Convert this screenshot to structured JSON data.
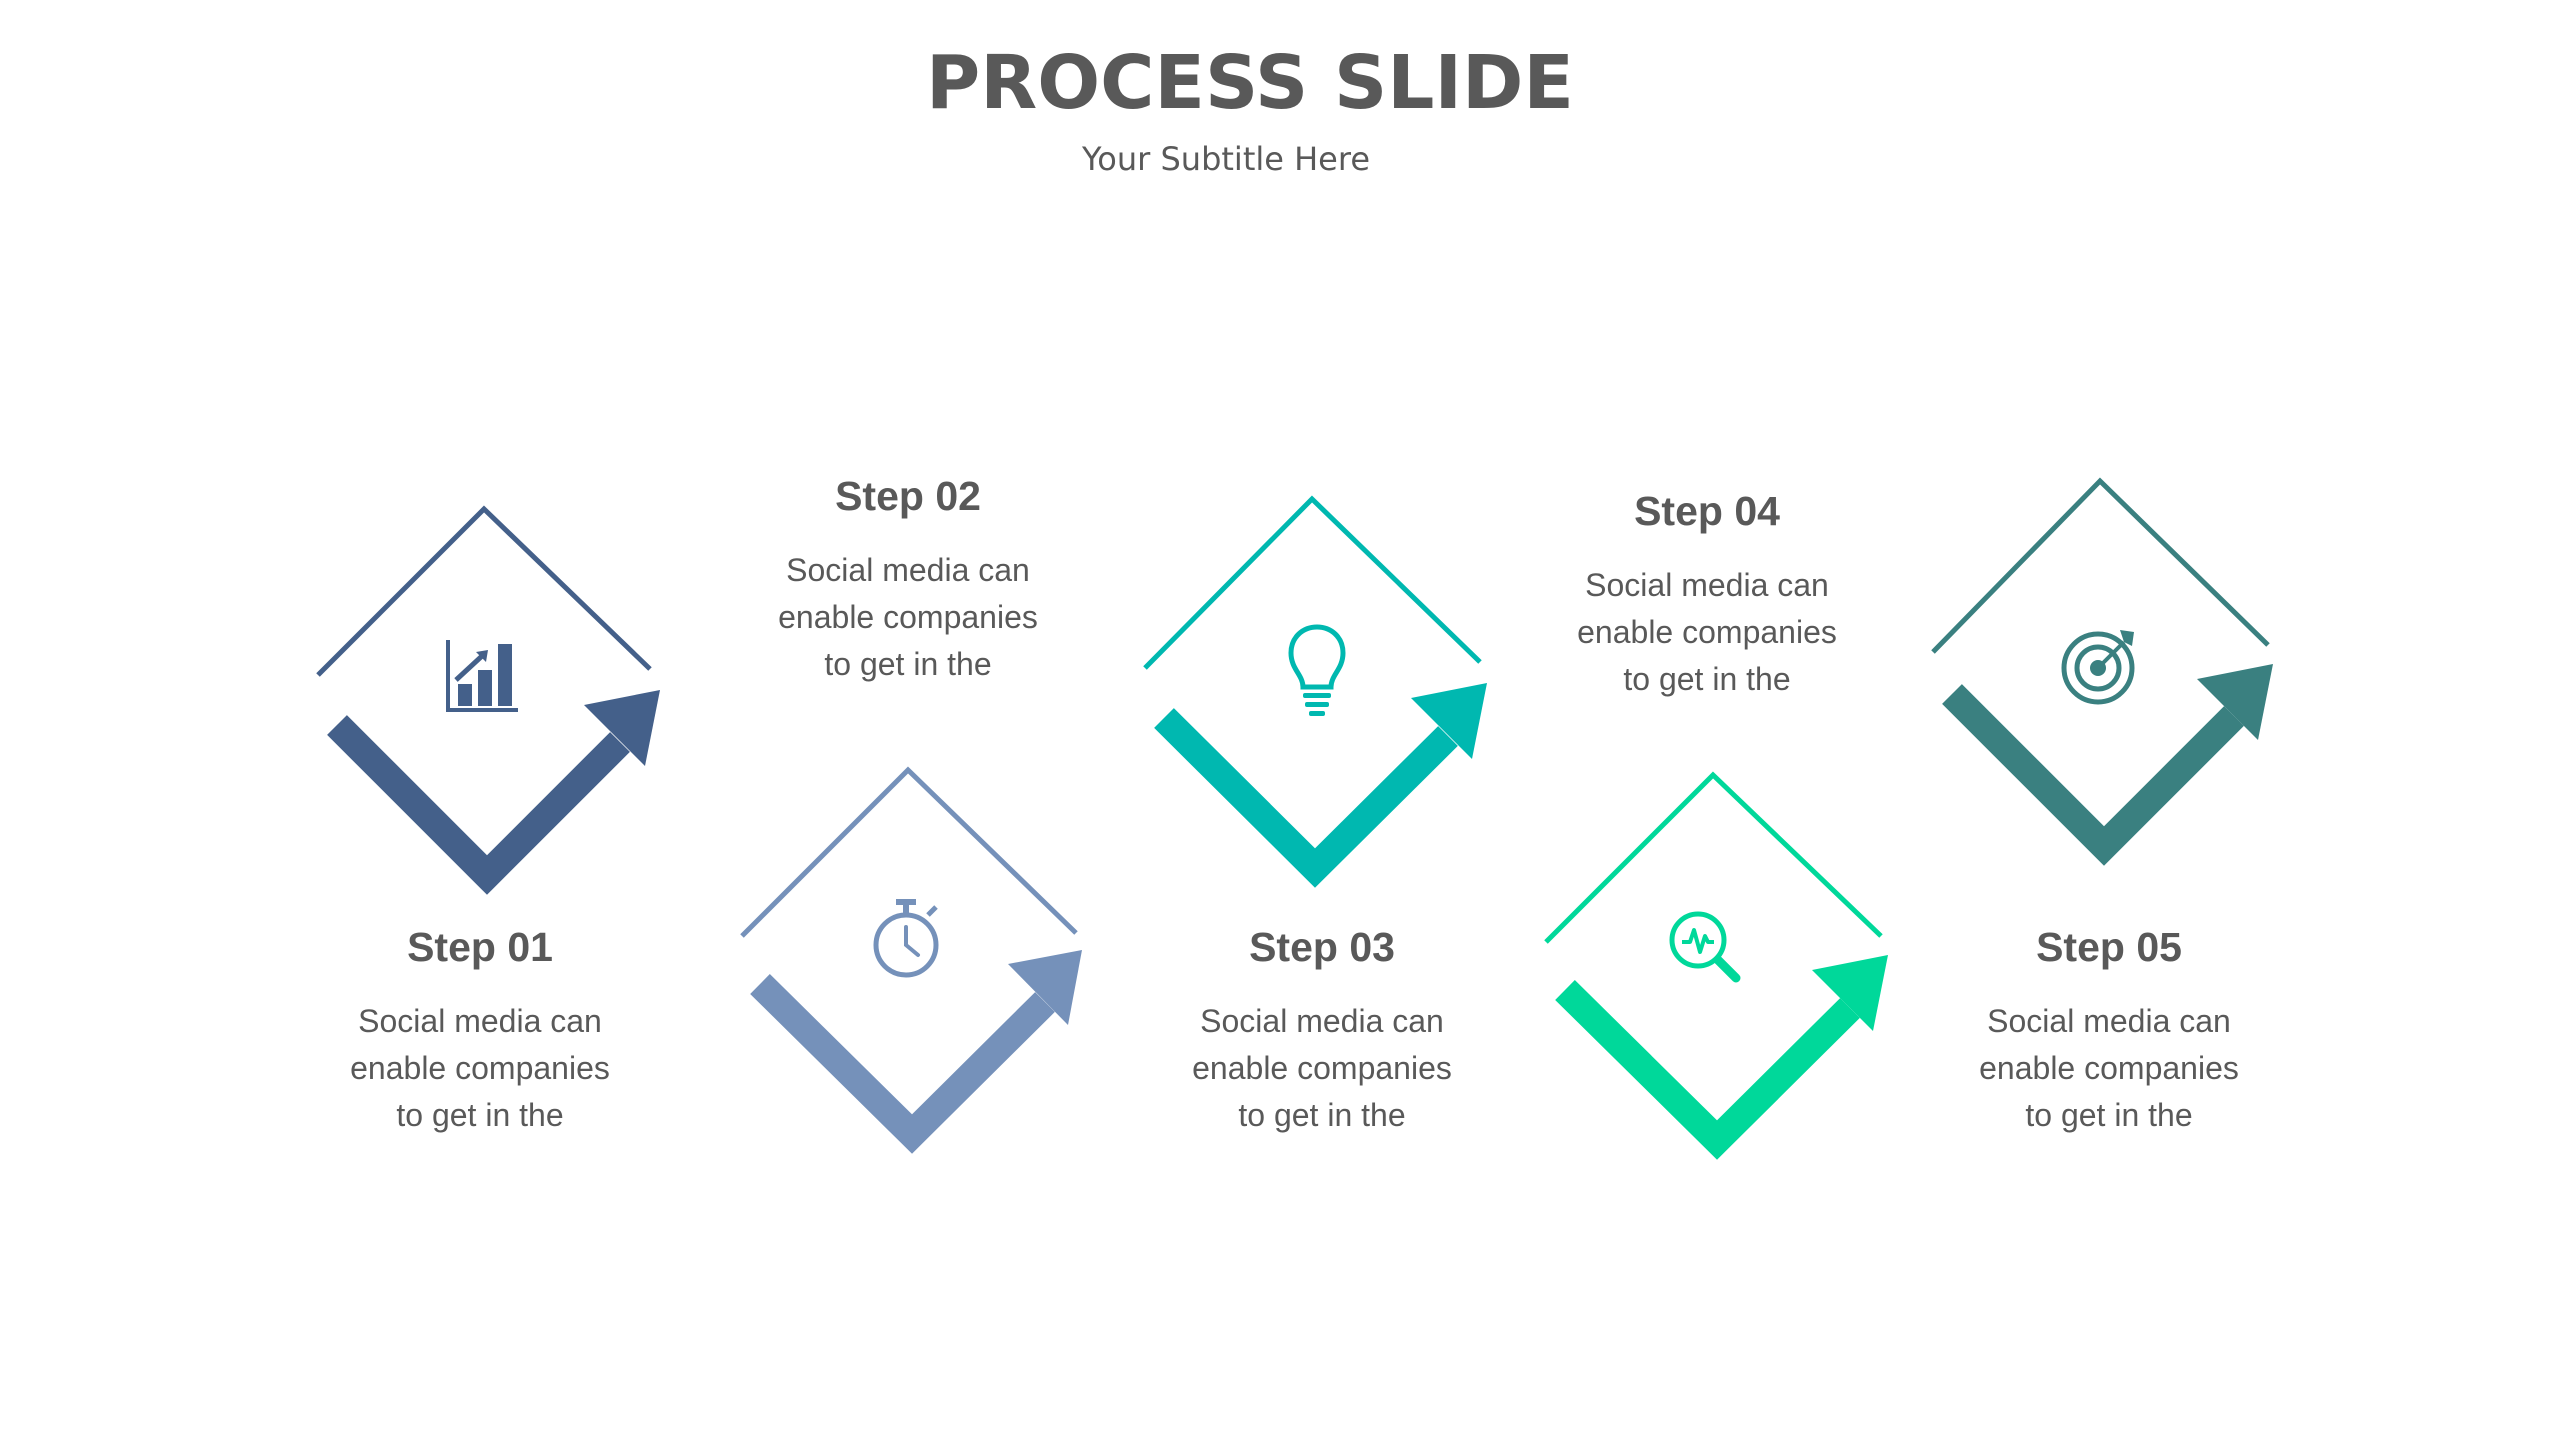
{
  "slide": {
    "title": "PROCESS SLIDE",
    "subtitle": "Your Subtitle  Here"
  },
  "steps": [
    {
      "title": "Step 01",
      "lines": [
        "Social media can",
        "enable companies",
        "to get in the"
      ],
      "color": "#44608A",
      "icon": "bar-chart-growth-icon"
    },
    {
      "title": "Step 02",
      "lines": [
        "Social media can",
        "enable companies",
        "to get in the"
      ],
      "color": "#7591BA",
      "icon": "stopwatch-icon"
    },
    {
      "title": "Step 03",
      "lines": [
        "Social media can",
        "enable companies",
        "to get in the"
      ],
      "color": "#00B8B0",
      "icon": "lightbulb-icon"
    },
    {
      "title": "Step 04",
      "lines": [
        "Social media can",
        "enable companies",
        "to get in the"
      ],
      "color": "#00D89A",
      "icon": "magnifier-pulse-icon"
    },
    {
      "title": "Step 05",
      "lines": [
        "Social media can",
        "enable companies",
        "to get in the"
      ],
      "color": "#3A8080",
      "icon": "target-arrow-icon"
    }
  ]
}
